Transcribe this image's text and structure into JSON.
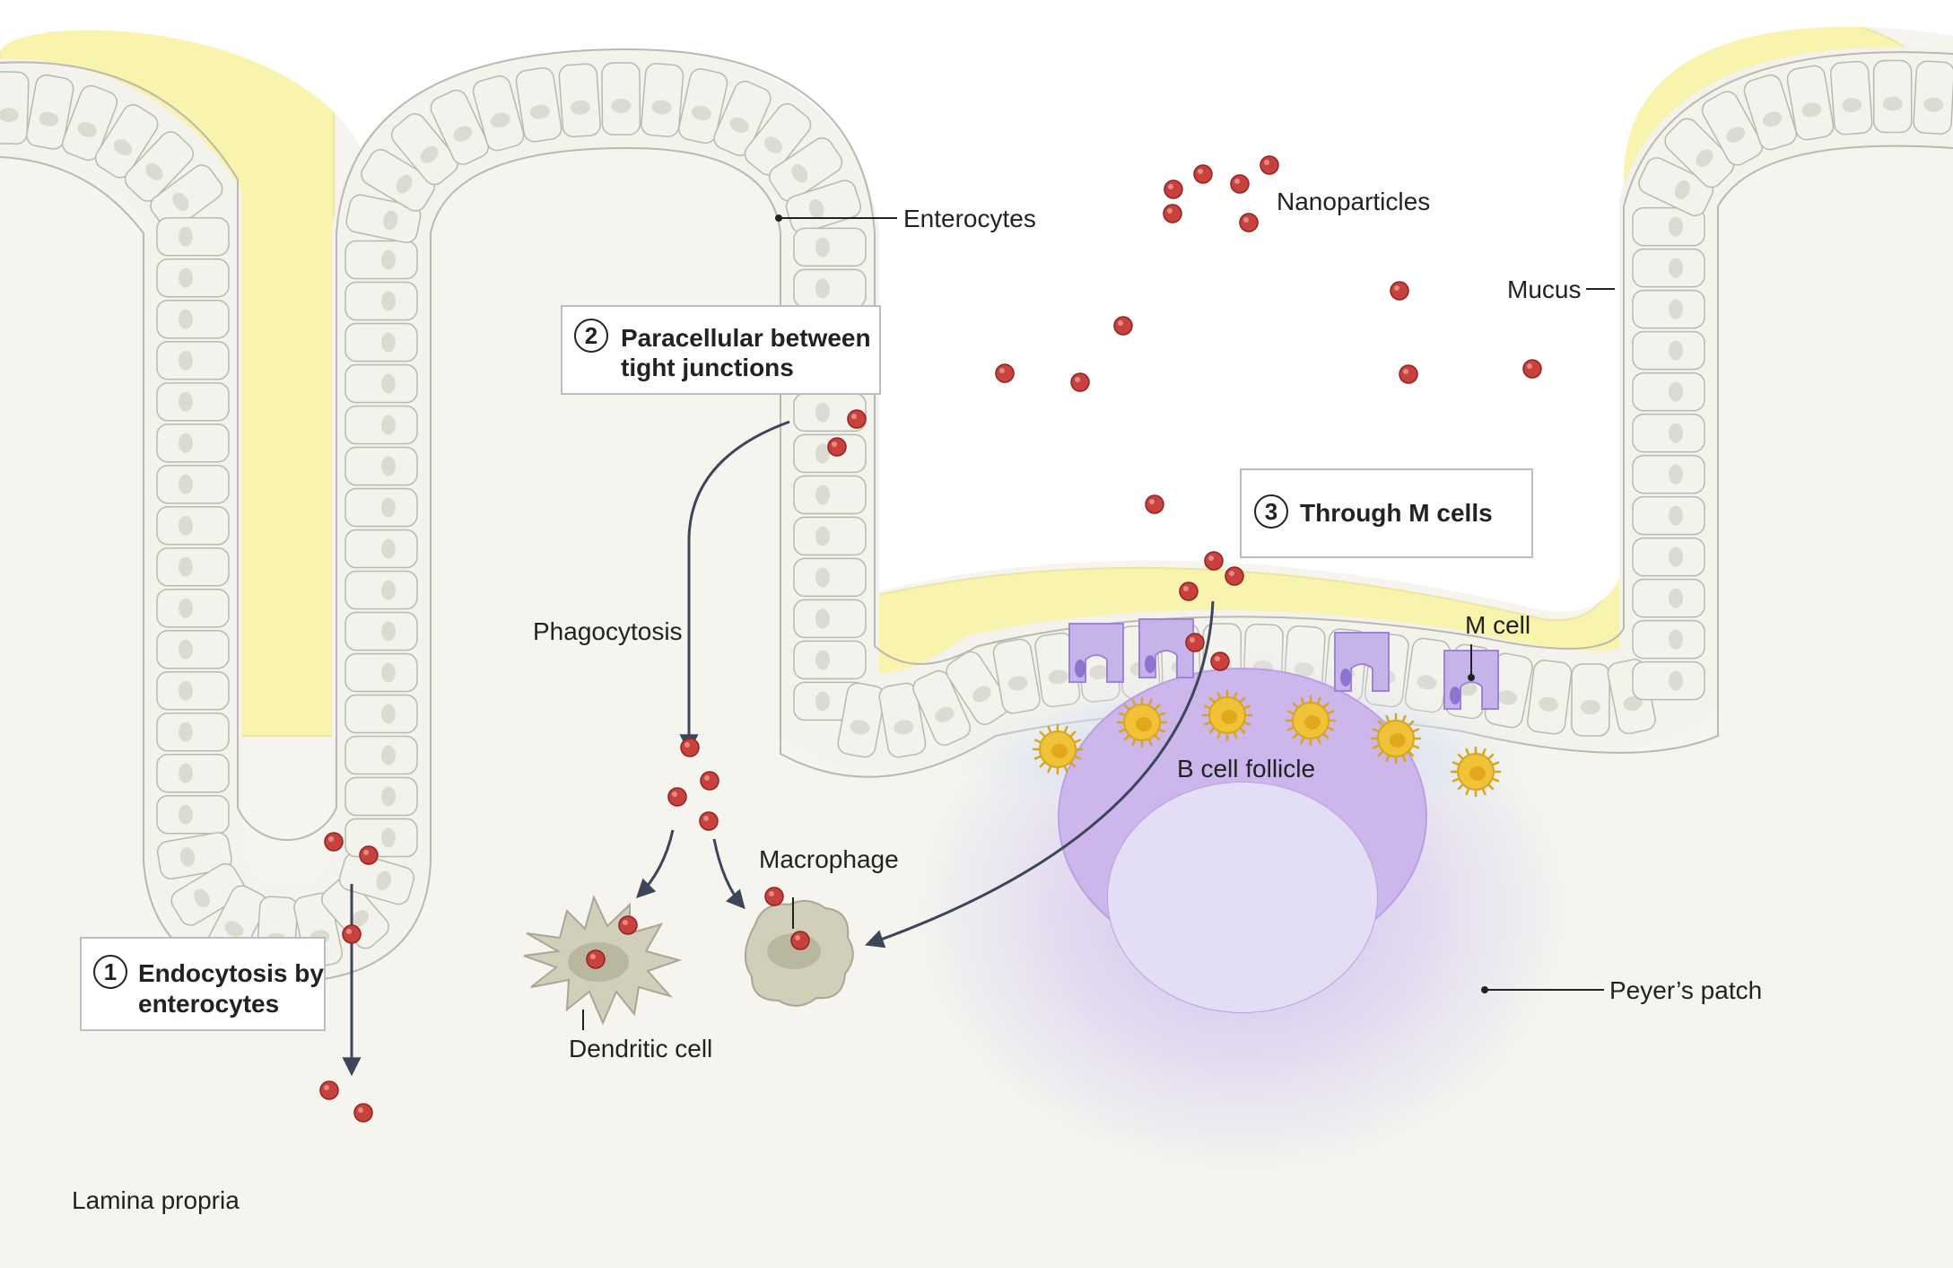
{
  "labels": {
    "enterocytes": "Enterocytes",
    "nanoparticles": "Nanoparticles",
    "mucus": "Mucus",
    "phagocytosis": "Phagocytosis",
    "m_cell": "M cell",
    "b_cell_follicle": "B cell follicle",
    "macrophage": "Macrophage",
    "dendritic_cell": "Dendritic cell",
    "peyers_patch": "Peyer’s patch",
    "lamina_propria": "Lamina propria"
  },
  "steps": [
    {
      "number": "1",
      "line1": "Endocytosis by",
      "line2": "enterocytes"
    },
    {
      "number": "2",
      "line1": "Paracellular between",
      "line2": "tight junctions"
    },
    {
      "number": "3",
      "line1": "Through M cells",
      "line2": ""
    }
  ],
  "colors": {
    "lumen": "#ffffff",
    "tissue": "#f6f4ee",
    "mucus": "#f8f3ad",
    "epithelium": "#f3f2ec",
    "cell_border": "#b9b9b0",
    "nanoparticle": "#c9413c",
    "arrow": "#3c4658",
    "m_cell": "#c5b3ea",
    "b_cell": "#f0c237",
    "peyers_patch": "#cdb6ec",
    "immune_cell": "#d1cfba"
  }
}
